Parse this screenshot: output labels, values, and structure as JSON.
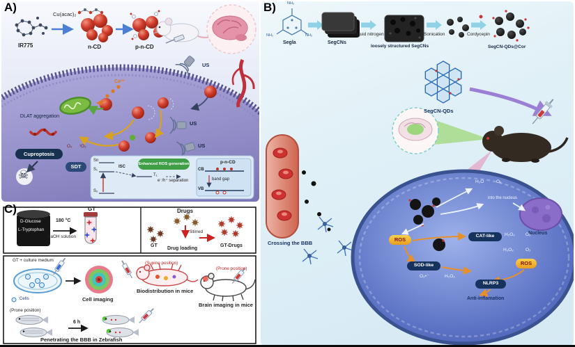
{
  "palette": {
    "red_sphere": "#cf3b2a",
    "membrane_purple": "#6f69ab",
    "arrow_blue": "#4a7fd4",
    "cyan_arrow": "#8fd2e6",
    "cell_blue": "#5b72c4",
    "badge_navy": "#16335e",
    "ros_yellow": "#f0b429",
    "accent_red": "#cc2222",
    "green": "#58a63c"
  },
  "panel_a": {
    "label": "A)",
    "reagent": "Cu(acac)₂",
    "ir775": "IR775",
    "ncd": "n-CD",
    "pncd": "p-n-CD",
    "us1": "US",
    "us2": "US",
    "us3": "US",
    "ca": "Ca²⁺",
    "dlat": "DLAT aggregation",
    "cuproptosis": "Cuproptosis",
    "o2": "O₂",
    "singlet_o2": "¹O₂",
    "sdt": "SDT",
    "skull_icon": "☠",
    "diagram": {
      "sn": "Sn",
      "s1": "S₁",
      "s0": "S₀",
      "t1": "T₁",
      "isc": "ISC",
      "ros_badge": "Enhanced ROS generation",
      "separation": "e⁻/h⁺ separation",
      "band_gap": "band gap",
      "cb": "CB",
      "vb": "VB",
      "pncd": "p-n-CD"
    }
  },
  "panel_b": {
    "label": "B)",
    "nh2_a": "NH₂",
    "nh2_b": "NH₂",
    "nh2_c": "NH₂",
    "precursor": "Segla",
    "segcns": "SegCNs",
    "liquid_nitrogen": "Liquid nitrogen",
    "loose": "loosely structured SegCNs",
    "sonication": "Sonication",
    "cordycepin": "Cordycepin",
    "product": "SegCN-QDs@Cor",
    "qds": "SegCN-QDs",
    "bbb": "Crossing the BBB",
    "h2o": "H₂O",
    "o2_in": "O₂",
    "into_nucleus": "into the nucleus",
    "nucleus": "Nucleus",
    "ros_left": "ROS",
    "cat_like": "CAT-like",
    "h2o2_cat": "H₂O₂",
    "o2_cat": "O₂",
    "sod_like": "SOD-like",
    "superoxide": "O₂•⁻",
    "h2o2_sod": "H₂O₂",
    "h2o2_r": "H₂O₂",
    "o2_r": "O₂",
    "ros_right": "ROS",
    "nlrp3": "NLRP3",
    "anti_inflammation": "Anti-inflamation"
  },
  "panel_c": {
    "label": "C)",
    "glucose": "D-Glucose",
    "tryptophan": "L-Tryptophan",
    "temp": "180 °C",
    "naoh": "NaOH solution",
    "gt_top": "GT",
    "drugs": "Drugs",
    "gt_mid": "GT",
    "stirred": "Stirred",
    "drug_loading": "Drug loading",
    "gt_drugs": "GT-Drugs",
    "culture": "GT + culture medium",
    "cells_legend": ":Cells",
    "cell_imaging": "Cell imaging",
    "supine": "(Supine position)",
    "biodistribution": "Biodistribution in mice",
    "prone_mouse": "(Prone position)",
    "brain_imaging": "Brain imaging in mice",
    "prone_fish": "(Prone position)",
    "six_h": "6 h",
    "zebrafish_caption": "Penetrating the BBB in Zebrafish"
  }
}
